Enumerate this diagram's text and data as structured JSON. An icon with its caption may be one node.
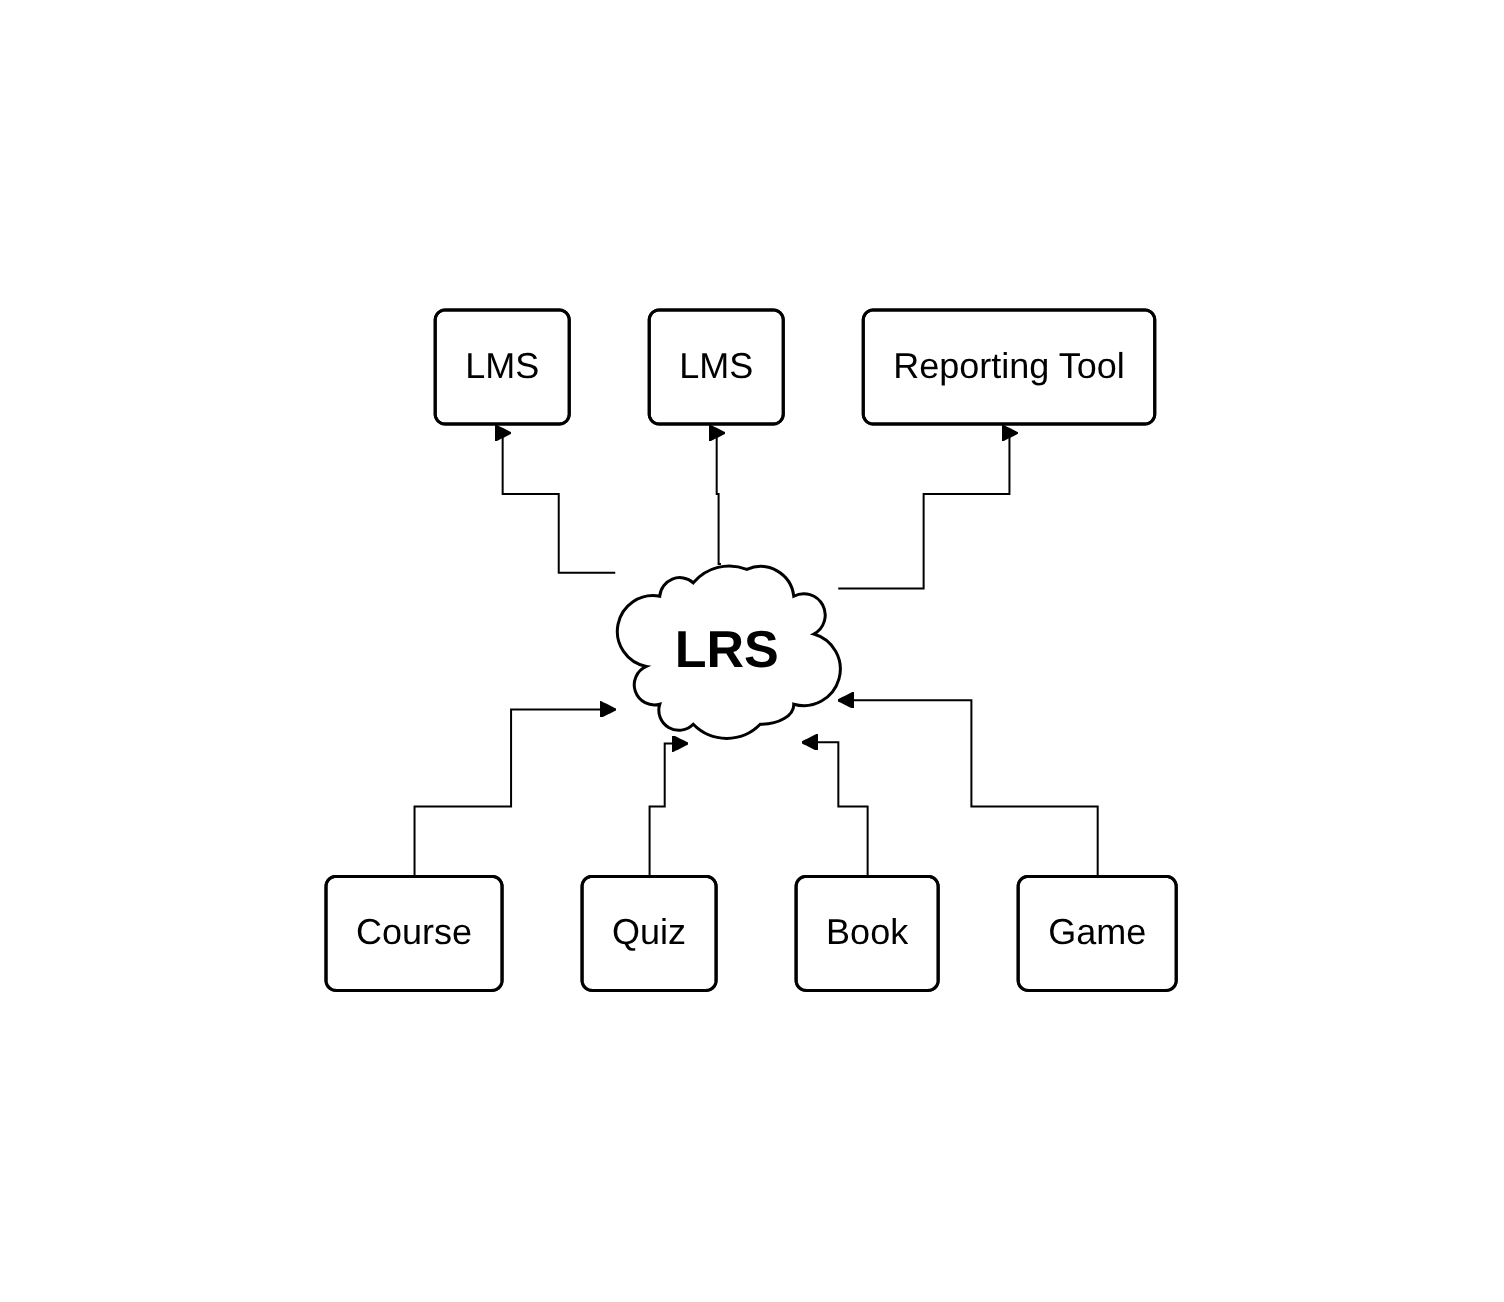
{
  "diagram": {
    "nodes": [
      {
        "text": [
          "LMS"
        ]
      },
      {
        "text": [
          "LMS"
        ]
      },
      {
        "text": [
          "Reporting Tool"
        ]
      },
      {
        "text": [
          "LRS"
        ]
      },
      {
        "text": [
          "Course"
        ]
      },
      {
        "text": [
          "Quiz"
        ]
      },
      {
        "text": [
          "Book"
        ]
      },
      {
        "text": [
          "Game"
        ]
      }
    ],
    "edges": [
      {
        "from": 3,
        "to": 0,
        "arrow": "to"
      },
      {
        "from": 3,
        "to": 1,
        "arrow": "to"
      },
      {
        "from": 3,
        "to": 2,
        "arrow": "to"
      },
      {
        "from": 4,
        "to": 3,
        "arrow": "to"
      },
      {
        "from": 5,
        "to": 3,
        "arrow": "to"
      },
      {
        "from": 6,
        "to": 3,
        "arrow": "to"
      },
      {
        "from": 7,
        "to": 3,
        "arrow": "to"
      }
    ]
  }
}
